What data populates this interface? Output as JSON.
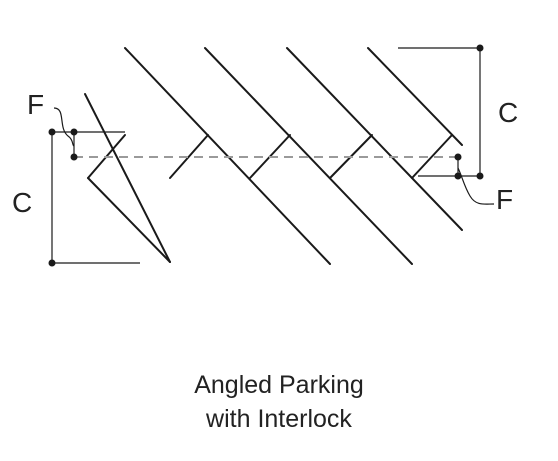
{
  "diagram": {
    "labels": {
      "c_left": "C",
      "f_left": "F",
      "c_right": "C",
      "f_right": "F"
    },
    "caption": {
      "line1": "Angled Parking",
      "line2": "with Interlock"
    }
  }
}
